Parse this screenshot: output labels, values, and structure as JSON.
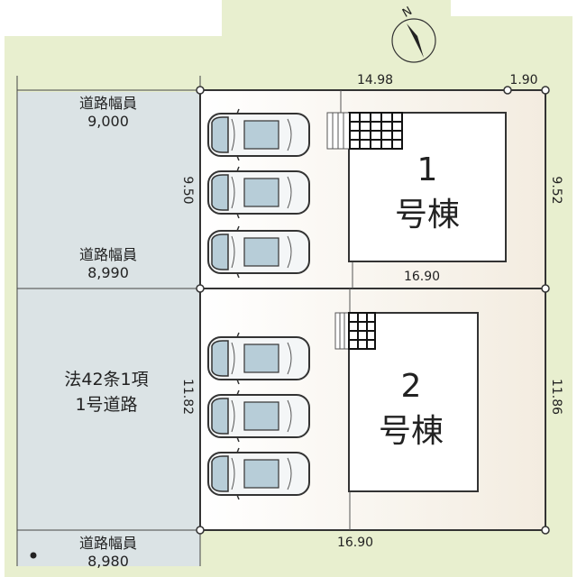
{
  "compass": {
    "label": "N"
  },
  "road": {
    "width_label": "道路幅員",
    "widths": [
      "9,000",
      "8,990",
      "8,980"
    ],
    "type_line1": "法42条1項",
    "type_line2": "1号道路"
  },
  "dimensions": {
    "top_main": "14.98",
    "top_small": "1.90",
    "left_lot1": "9.50",
    "right_lot1": "9.52",
    "middle": "16.90",
    "left_lot2": "11.82",
    "right_lot2": "11.86",
    "bottom": "16.90"
  },
  "buildings": [
    {
      "number": "1",
      "suffix": "号棟"
    },
    {
      "number": "2",
      "suffix": "号棟"
    }
  ],
  "colors": {
    "surroundings": "#e8efcf",
    "road": "#dbe3e5",
    "car_glass": "#b7cdd8",
    "lot": "#faf6ee"
  }
}
